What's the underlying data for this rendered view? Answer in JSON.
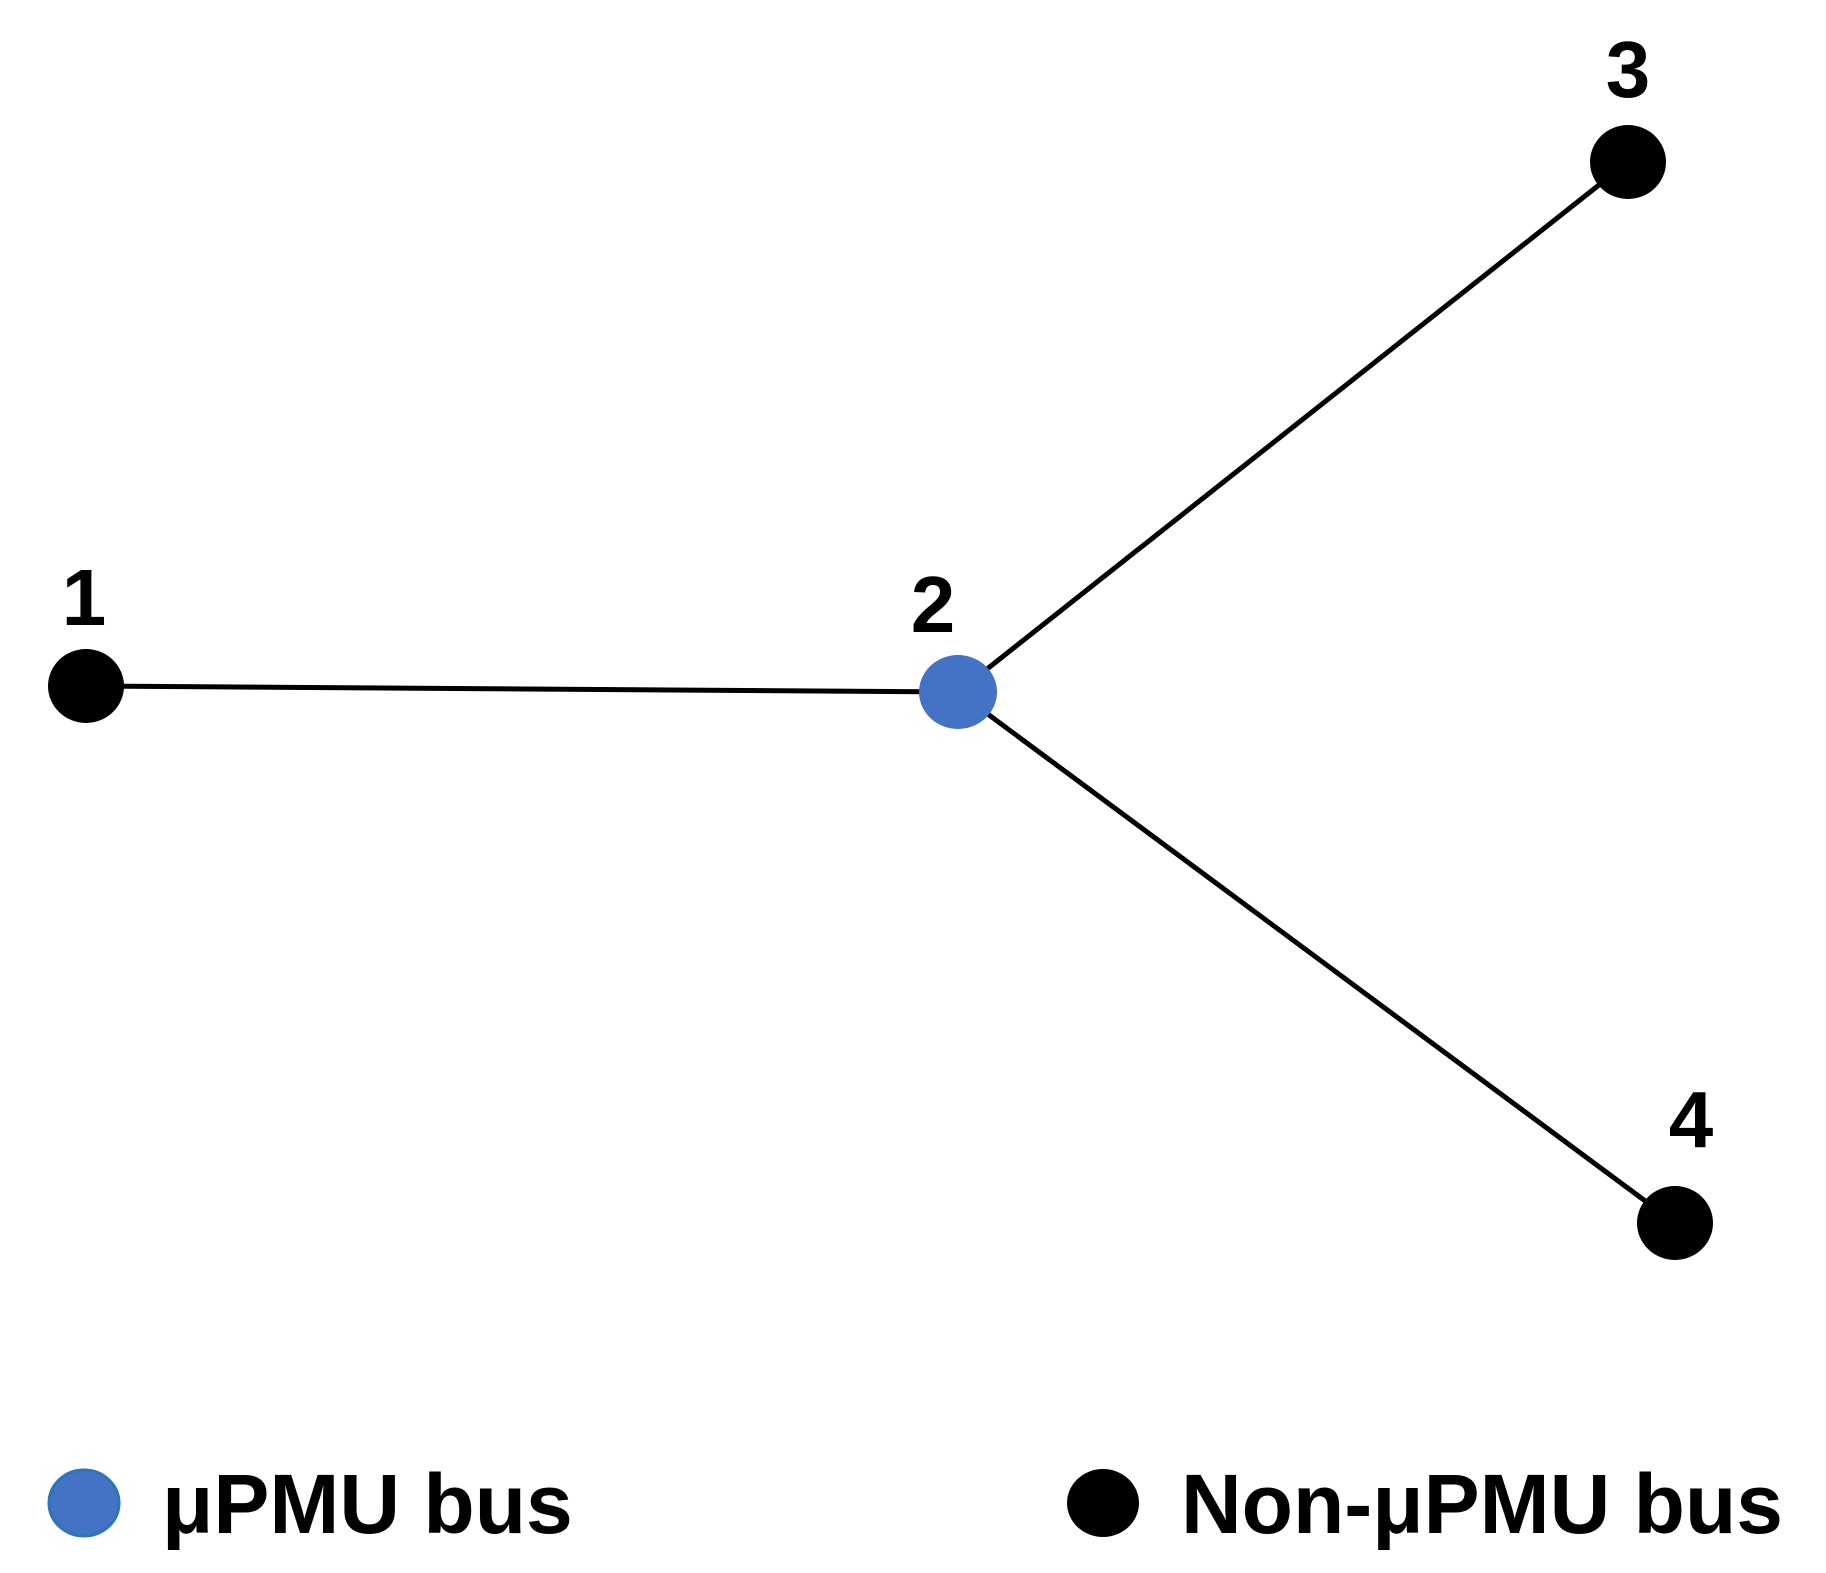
{
  "colors": {
    "pmu_bus": "#4472C4",
    "pmu_bus_outline": "#2E75B6",
    "non_pmu_bus": "#000000",
    "edge": "#000000"
  },
  "nodes": [
    {
      "id": "1",
      "label": "1",
      "type": "non_pmu"
    },
    {
      "id": "2",
      "label": "2",
      "type": "pmu"
    },
    {
      "id": "3",
      "label": "3",
      "type": "non_pmu"
    },
    {
      "id": "4",
      "label": "4",
      "type": "non_pmu"
    }
  ],
  "edges": [
    {
      "from": "1",
      "to": "2"
    },
    {
      "from": "2",
      "to": "3"
    },
    {
      "from": "2",
      "to": "4"
    }
  ],
  "legend": {
    "pmu_label": "μPMU bus",
    "non_pmu_label": "Non-μPMU bus"
  }
}
